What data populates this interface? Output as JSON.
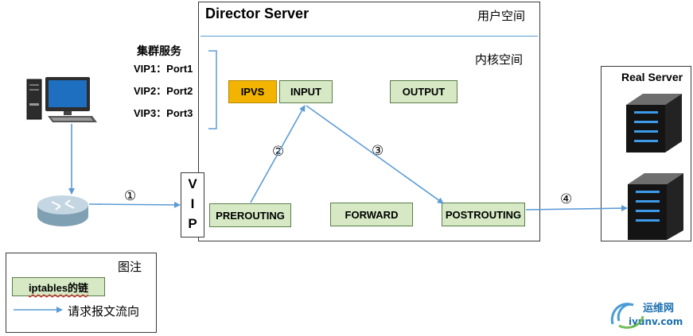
{
  "director": {
    "title": "Director Server",
    "user_space": "用户空间",
    "kernel_space": "内核空间",
    "cluster_title": "集群服务",
    "vips": [
      "VIP1：Port1",
      "VIP2：Port2",
      "VIP3：Port3"
    ],
    "vip_letters": [
      "V",
      "I",
      "P"
    ]
  },
  "chains": {
    "ipvs": "IPVS",
    "input": "INPUT",
    "output": "OUTPUT",
    "prerouting": "PREROUTING",
    "forward": "FORWARD",
    "postrouting": "POSTROUTING"
  },
  "steps": [
    "①",
    "②",
    "③",
    "④"
  ],
  "real_server": {
    "title": "Real Server"
  },
  "legend": {
    "title": "图注",
    "chain_label": "iptables的链",
    "arrow_label": "请求报文流向"
  },
  "watermark": {
    "text": "运维网",
    "sub": "iyunv.com"
  },
  "colors": {
    "chain_fill": "#d6e9c4",
    "ipvs_fill": "#f2b400",
    "arrow": "#5b9bd5"
  }
}
